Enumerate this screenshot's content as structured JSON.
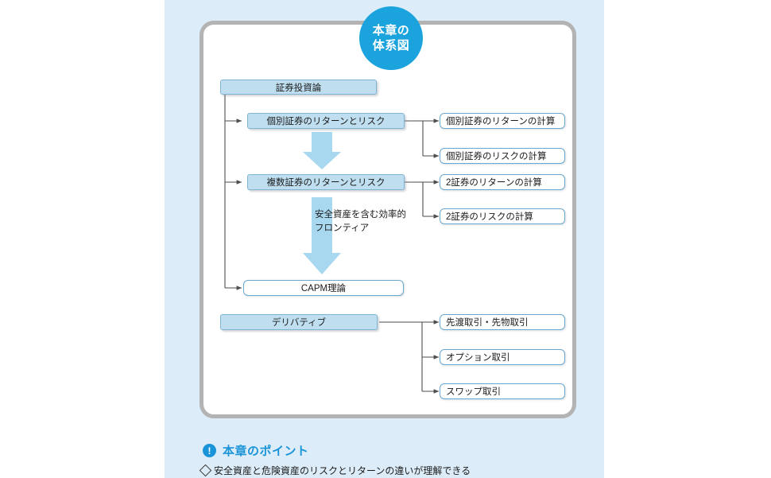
{
  "badge": {
    "line1": "本章の",
    "line2": "体系図"
  },
  "diagram": {
    "nodes": [
      {
        "id": "root",
        "label": "証券投資論"
      },
      {
        "id": "single",
        "label": "個別証券のリターンとリスク"
      },
      {
        "id": "multi",
        "label": "複数証券のリターンとリスク"
      },
      {
        "id": "capm",
        "label": "CAPM理論"
      },
      {
        "id": "deriv",
        "label": "デリバティブ"
      },
      {
        "id": "single_ret",
        "label": "個別証券のリターンの計算"
      },
      {
        "id": "single_risk",
        "label": "個別証券のリスクの計算"
      },
      {
        "id": "two_ret",
        "label": "2証券のリターンの計算"
      },
      {
        "id": "two_risk",
        "label": "2証券のリスクの計算"
      },
      {
        "id": "forward",
        "label": "先渡取引・先物取引"
      },
      {
        "id": "option",
        "label": "オプション取引"
      },
      {
        "id": "swap",
        "label": "スワップ取引"
      }
    ],
    "annotation": "安全資産を含む効率的\nフロンティア"
  },
  "points": {
    "icon": "exclamation-icon",
    "title": "本章のポイント",
    "items": [
      {
        "bullet": "diamond-bullet",
        "text": "安全資産と危険資産のリスクとリターンの違いが理解できる"
      }
    ]
  },
  "colors": {
    "page_bg": "#dcecf8",
    "badge": "#1aa3dd",
    "box_blue": "#bfdff0",
    "box_border": "#7fb4d4",
    "frame": "#b3b3b3",
    "arrow_big": "#a8d8f0",
    "wire": "#4d4d4d",
    "accent_text": "#1a94d8"
  }
}
